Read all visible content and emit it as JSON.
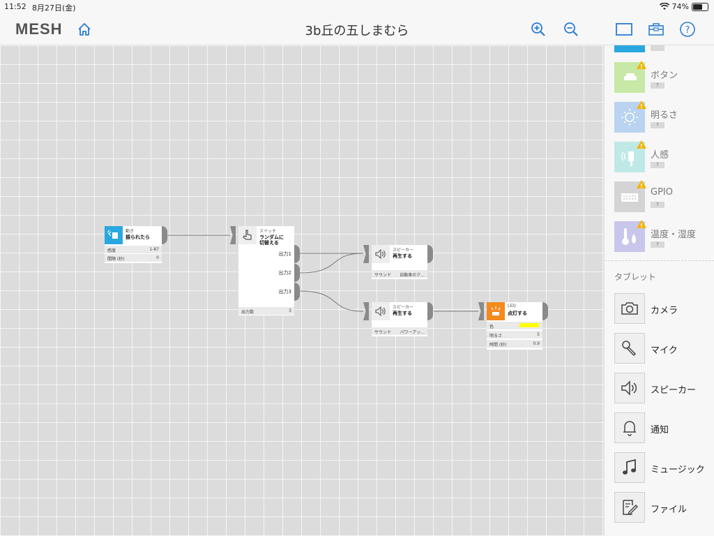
{
  "status": {
    "time": "11:52",
    "date": "8月27日(金)",
    "battery": "74%",
    "battery_level": 0.74
  },
  "toolbar": {
    "logo": "MESH",
    "title": "3b丘の五しまむら"
  },
  "sidebar": {
    "tags": [
      {
        "label": "",
        "q": ""
      },
      {
        "label": "ボタン",
        "q": "?"
      },
      {
        "label": "明るさ",
        "q": "?"
      },
      {
        "label": "人感",
        "q": "?"
      },
      {
        "label": "GPIO",
        "q": "?"
      },
      {
        "label": "温度・湿度",
        "q": "?"
      }
    ],
    "section": "タブレット",
    "tablet": [
      {
        "label": "カメラ"
      },
      {
        "label": "マイク"
      },
      {
        "label": "スピーカー"
      },
      {
        "label": "通知"
      },
      {
        "label": "ミュージック"
      },
      {
        "label": "ファイル"
      }
    ]
  },
  "blocks": {
    "move": {
      "type": "動き",
      "action": "振られたら",
      "rows": [
        {
          "k": "感度",
          "v": "1-87"
        },
        {
          "k": "間隔 (秒)",
          "v": "0"
        }
      ]
    },
    "switch": {
      "type": "スイッチ",
      "action": "ランダムに\n切替える",
      "outputs": [
        "出力1",
        "出力2",
        "出力3"
      ],
      "rows": [
        {
          "k": "出力数",
          "v": "3"
        }
      ]
    },
    "speaker1": {
      "type": "スピーカー",
      "action": "再生する",
      "rows": [
        {
          "k": "サウンド",
          "v": "自動車のク..."
        }
      ]
    },
    "speaker2": {
      "type": "スピーカー",
      "action": "再生する",
      "rows": [
        {
          "k": "サウンド",
          "v": "パワーアッ..."
        }
      ]
    },
    "led": {
      "type": "LED",
      "action": "点灯する",
      "color": "#ffff00",
      "rows": [
        {
          "k": "色",
          "v": ""
        },
        {
          "k": "明るさ",
          "v": "5"
        },
        {
          "k": "時間 (秒)",
          "v": "0.9"
        }
      ]
    }
  },
  "colors": {
    "accent": "#2a7bd6",
    "move": "#29a8e0",
    "led": "#f48a1e",
    "button": "#c7e8a6",
    "brightness": "#b9d3f0",
    "motion": "#bfe9e6",
    "gpio": "#d4d4d4",
    "temp": "#c9c6ec"
  }
}
